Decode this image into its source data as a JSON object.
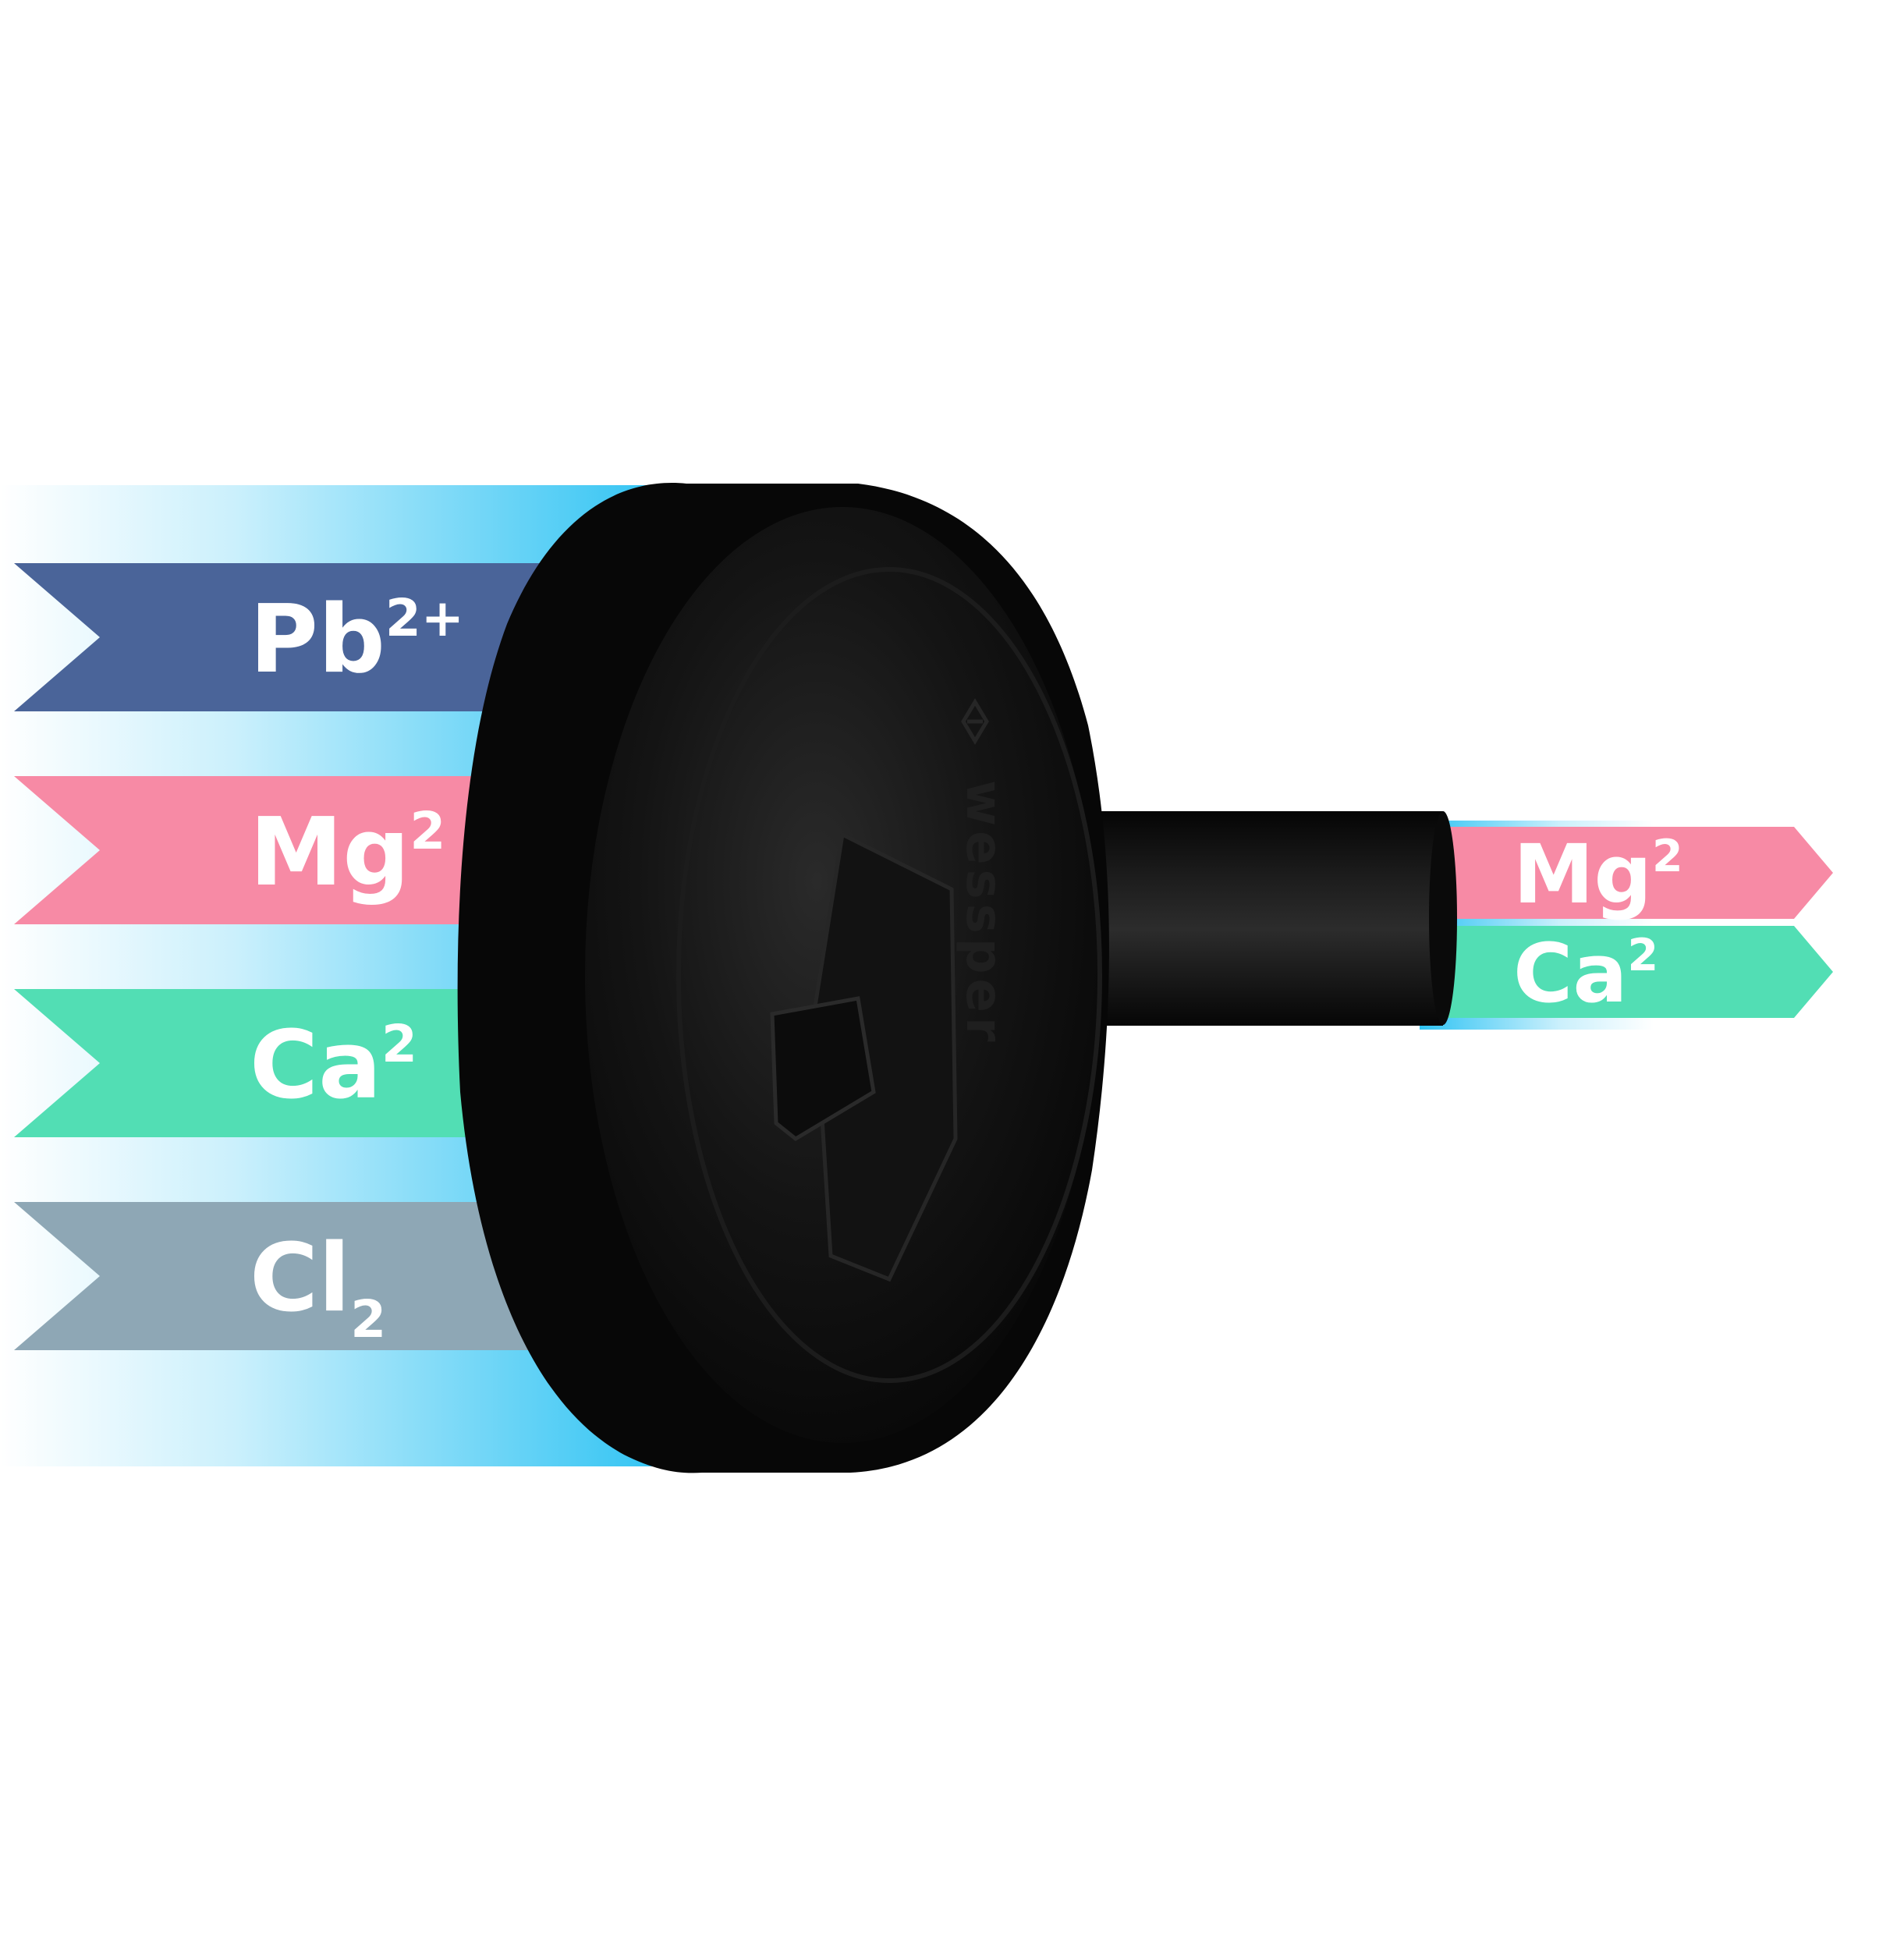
{
  "colors": {
    "blue_band": "#4a6499",
    "pink_band": "#f78aa5",
    "green_band": "#52deb4",
    "gray_band": "#8ea7b5",
    "glow": "#2fc3f3",
    "cartridge": "#0b0b0b"
  },
  "inputs": [
    {
      "base": "Pb",
      "script": "2+",
      "script_kind": "sup",
      "color": "#4a6499"
    },
    {
      "base": "Mg",
      "script": "2",
      "script_kind": "sup",
      "color": "#f78aa5"
    },
    {
      "base": "Ca",
      "script": "2",
      "script_kind": "sup",
      "color": "#52deb4"
    },
    {
      "base": "Cl",
      "script": "2",
      "script_kind": "sub",
      "color": "#8ea7b5"
    }
  ],
  "outputs": [
    {
      "base": "Mg",
      "script": "2",
      "script_kind": "sup",
      "color": "#f78aa5"
    },
    {
      "base": "Ca",
      "script": "2",
      "script_kind": "sup",
      "color": "#52deb4"
    }
  ],
  "brand": "wessper",
  "icons": {
    "brand_logo": "wessper-logo-icon"
  }
}
